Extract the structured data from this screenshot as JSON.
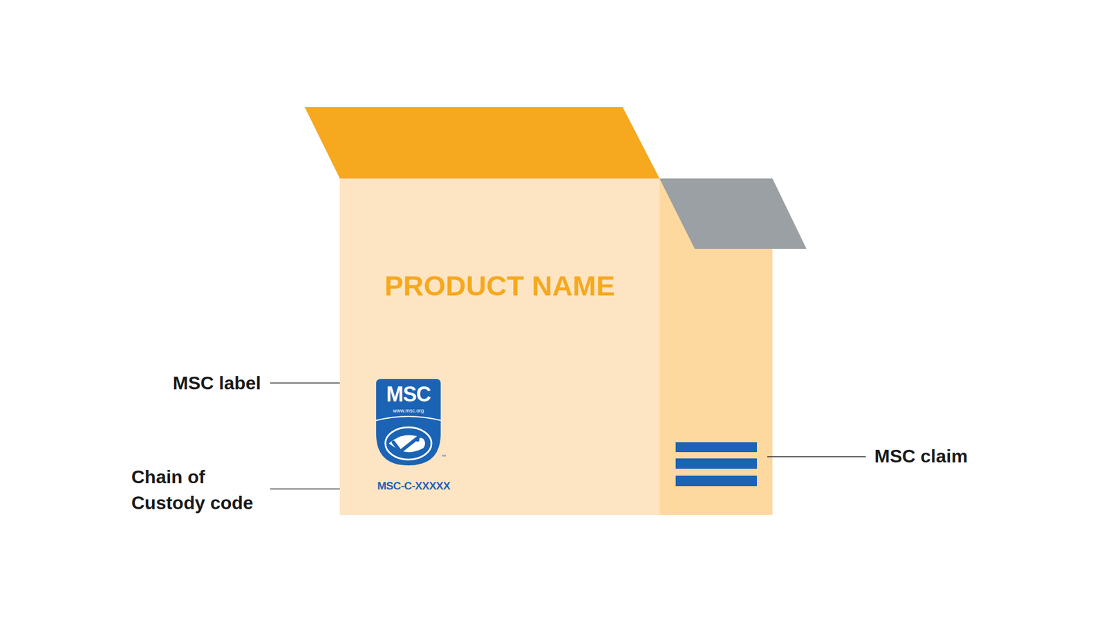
{
  "diagram": {
    "nodes": [
      {
        "text": [
          "PRODUCT NAME"
        ]
      },
      {
        "text": [
          "MSC",
          "www.msc.org"
        ],
        "in": 0
      }
    ],
    "labels": [
      "™",
      "MSC-C-XXXXX",
      "MSC label",
      "Chain of Custody code",
      "MSC claim"
    ]
  }
}
